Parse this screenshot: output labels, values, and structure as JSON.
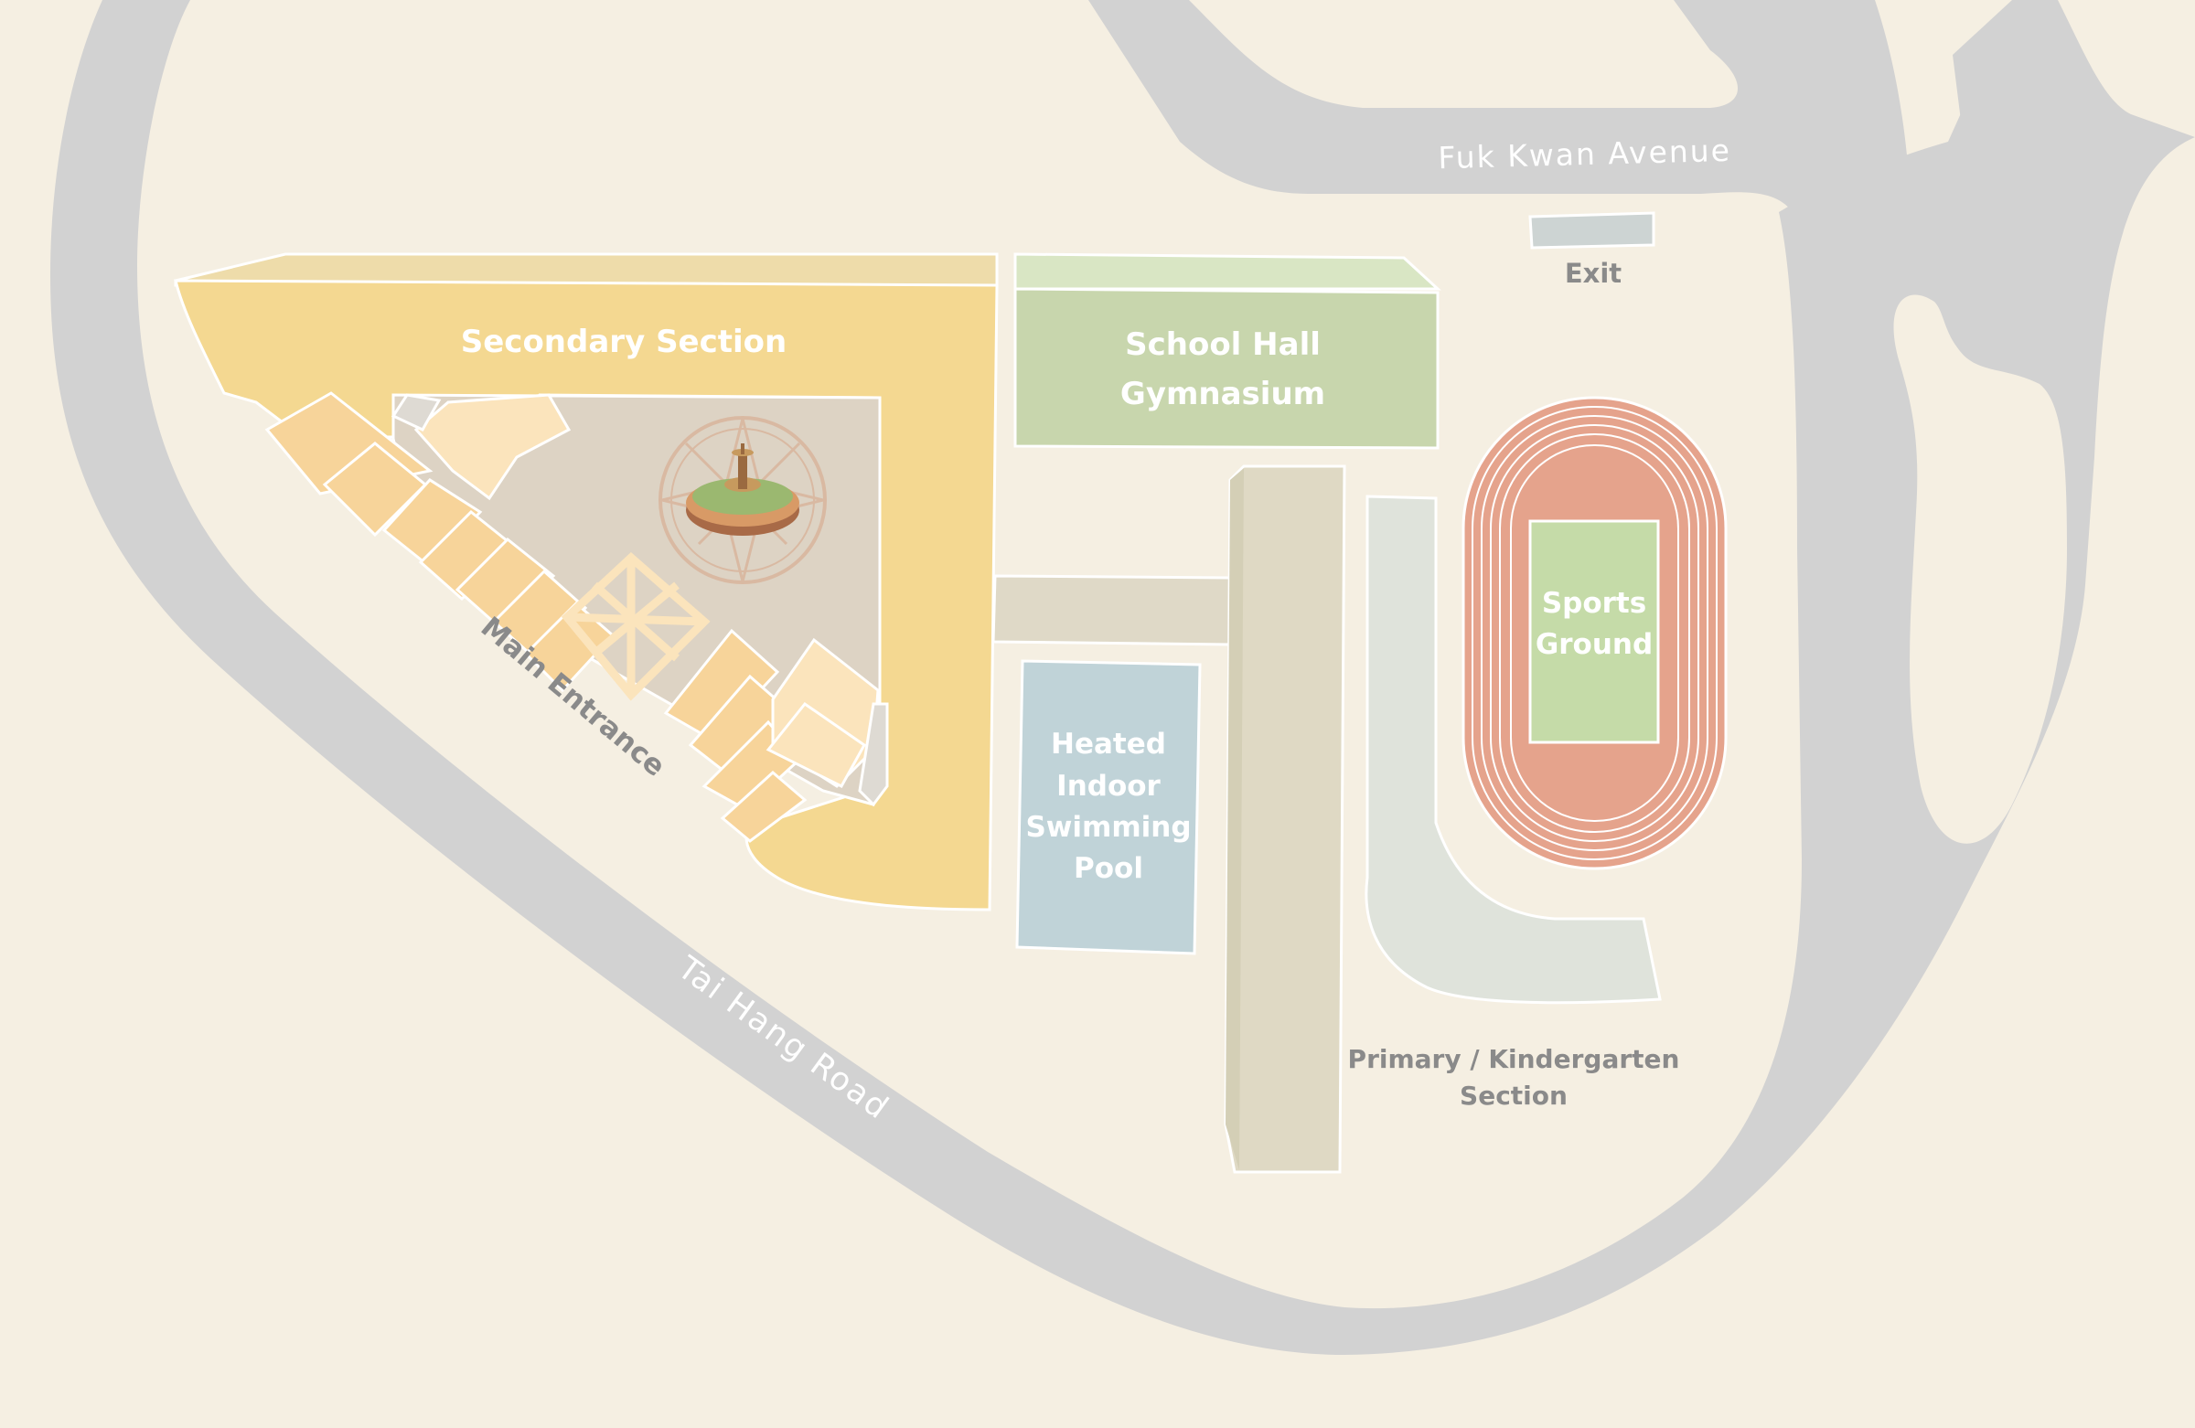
{
  "roads": {
    "fuk_kwan": "Fuk Kwan Avenue",
    "tai_hang": "Tai Hang Road"
  },
  "buildings": {
    "secondary": "Secondary Section",
    "hall_line1": "School Hall",
    "hall_line2": "Gymnasium",
    "pool_line1": "Heated",
    "pool_line2": "Indoor",
    "pool_line3": "Swimming",
    "pool_line4": "Pool",
    "sports_line1": "Sports",
    "sports_line2": "Ground",
    "primary_line1": "Primary / Kindergarten",
    "primary_line2": "Section"
  },
  "points": {
    "main_entrance": "Main Entrance",
    "exit": "Exit"
  },
  "icons": {
    "fountain": "fountain-icon"
  },
  "colors": {
    "background": "#f5efe2",
    "road": "#d2d2d2",
    "secondary": "#f4d891",
    "hall": "#c8d6ad",
    "pool": "#c0d3d8",
    "track": "#e5a38c",
    "field": "#c5dba8",
    "corridor": "#ded9c0"
  }
}
